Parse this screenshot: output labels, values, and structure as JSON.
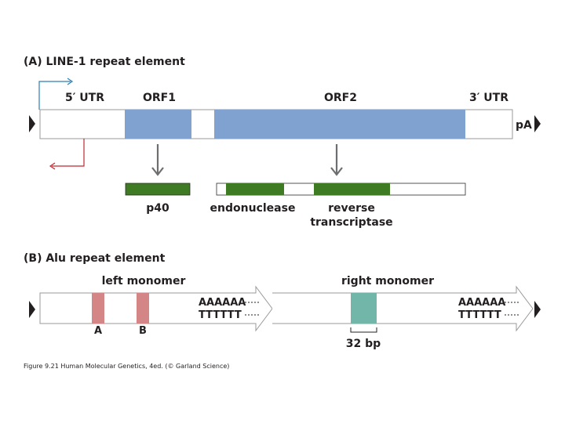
{
  "panel_a": {
    "title": "(A)   LINE-1 repeat element",
    "labels": {
      "utr5": "5′ UTR",
      "orf1": "ORF1",
      "orf2": "ORF2",
      "utr3": "3′ UTR",
      "polya": "pA"
    },
    "proteins": {
      "p40": "p40",
      "endonuclease": "endonuclease",
      "reverse_transcriptase_line1": "reverse",
      "reverse_transcriptase_line2": "transcriptase"
    }
  },
  "panel_b": {
    "title": "(B)   Alu repeat element",
    "left_monomer": "left monomer",
    "right_monomer": "right monomer",
    "box_a": "A",
    "box_b": "B",
    "polya_top": "AAAAAA",
    "polya_bottom": "TTTTTT",
    "spacer": "32 bp"
  },
  "colors": {
    "orf": "#7fa2d1",
    "protein_domain": "#3f7b22",
    "alu_box": "#d48585",
    "right_box": "#72b6aa",
    "promoter_sense": "#2a7fb6",
    "promoter_antisense": "#c0282e"
  },
  "caption": "Figure 9.21  Human Molecular Genetics, 4ed. (© Garland Science)"
}
